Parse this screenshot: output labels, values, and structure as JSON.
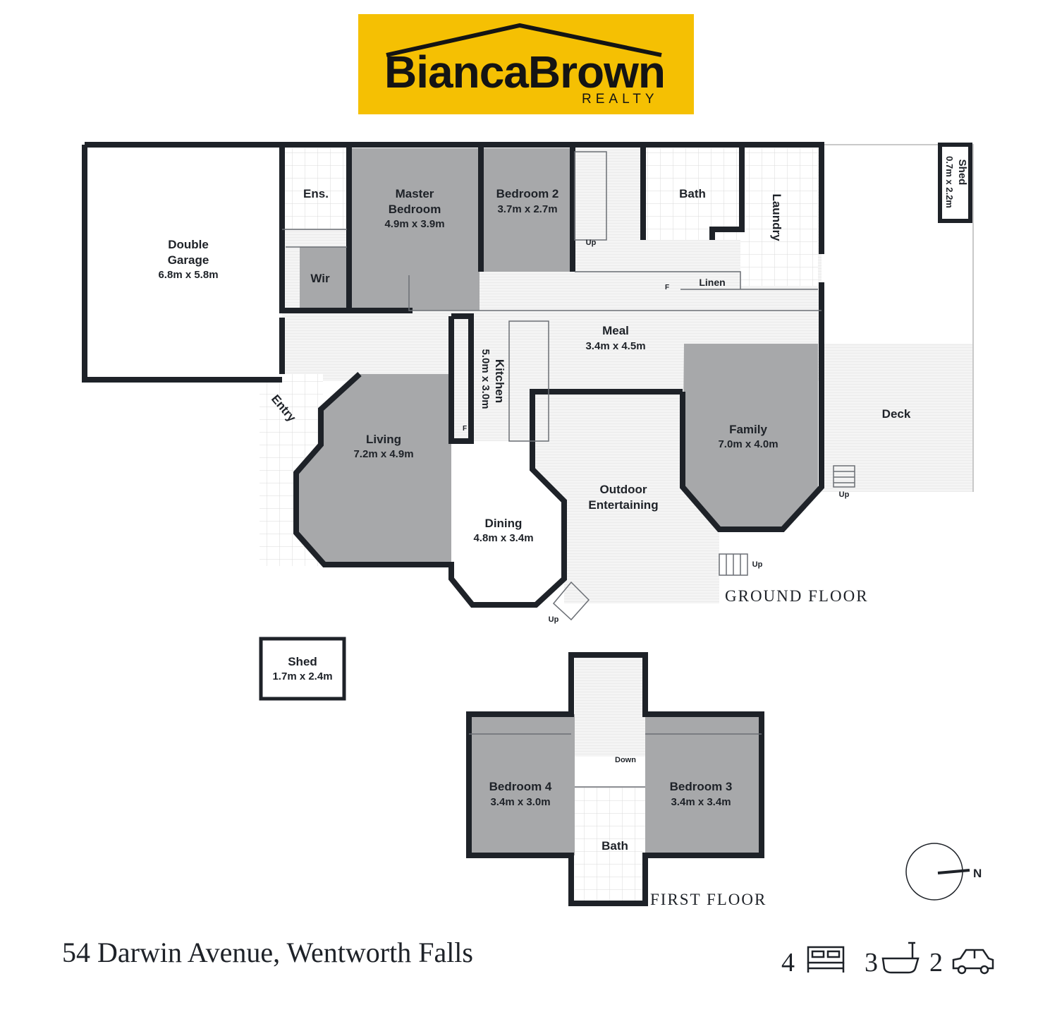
{
  "brand": {
    "name": "BiancaBrown",
    "tagline": "REALTY",
    "colors": {
      "background": "#f5c003",
      "text": "#141414"
    }
  },
  "ground_floor": {
    "label": "GROUND FLOOR",
    "rooms": {
      "garage": {
        "name_line1": "Double",
        "name_line2": "Garage",
        "dims": "6.8m x 5.8m"
      },
      "ensuite": {
        "name": "Ens."
      },
      "wir": {
        "name": "Wir"
      },
      "master": {
        "name_line1": "Master",
        "name_line2": "Bedroom",
        "dims": "4.9m x 3.9m"
      },
      "bedroom2": {
        "name": "Bedroom 2",
        "dims": "3.7m x 2.7m"
      },
      "bath": {
        "name": "Bath"
      },
      "laundry": {
        "name": "Laundry"
      },
      "linen": {
        "name": "Linen"
      },
      "shed_small": {
        "name": "Shed",
        "dims": "0.7m x 2.2m"
      },
      "meal": {
        "name": "Meal",
        "dims": "3.4m x 4.5m"
      },
      "kitchen": {
        "name": "Kitchen",
        "dims": "5.0m x 3.0m"
      },
      "entry": {
        "name": "Entry"
      },
      "living": {
        "name": "Living",
        "dims": "7.2m x 4.9m"
      },
      "dining": {
        "name": "Dining",
        "dims": "4.8m x 3.4m"
      },
      "outdoor": {
        "name_line1": "Outdoor",
        "name_line2": "Entertaining"
      },
      "family": {
        "name": "Family",
        "dims": "7.0m x 4.0m"
      },
      "deck": {
        "name": "Deck"
      }
    },
    "markers": {
      "up": "Up",
      "fridge": "F"
    }
  },
  "shed": {
    "name": "Shed",
    "dims": "1.7m x 2.4m"
  },
  "first_floor": {
    "label": "FIRST FLOOR",
    "rooms": {
      "bedroom4": {
        "name": "Bedroom 4",
        "dims": "3.4m x 3.0m"
      },
      "bedroom3": {
        "name": "Bedroom 3",
        "dims": "3.4m x 3.4m"
      },
      "bath": {
        "name": "Bath"
      }
    },
    "markers": {
      "down": "Down"
    }
  },
  "compass": {
    "label": "N"
  },
  "listing": {
    "address": "54 Darwin Avenue, Wentworth Falls",
    "bedrooms": "4",
    "bathrooms": "3",
    "parking": "2"
  }
}
